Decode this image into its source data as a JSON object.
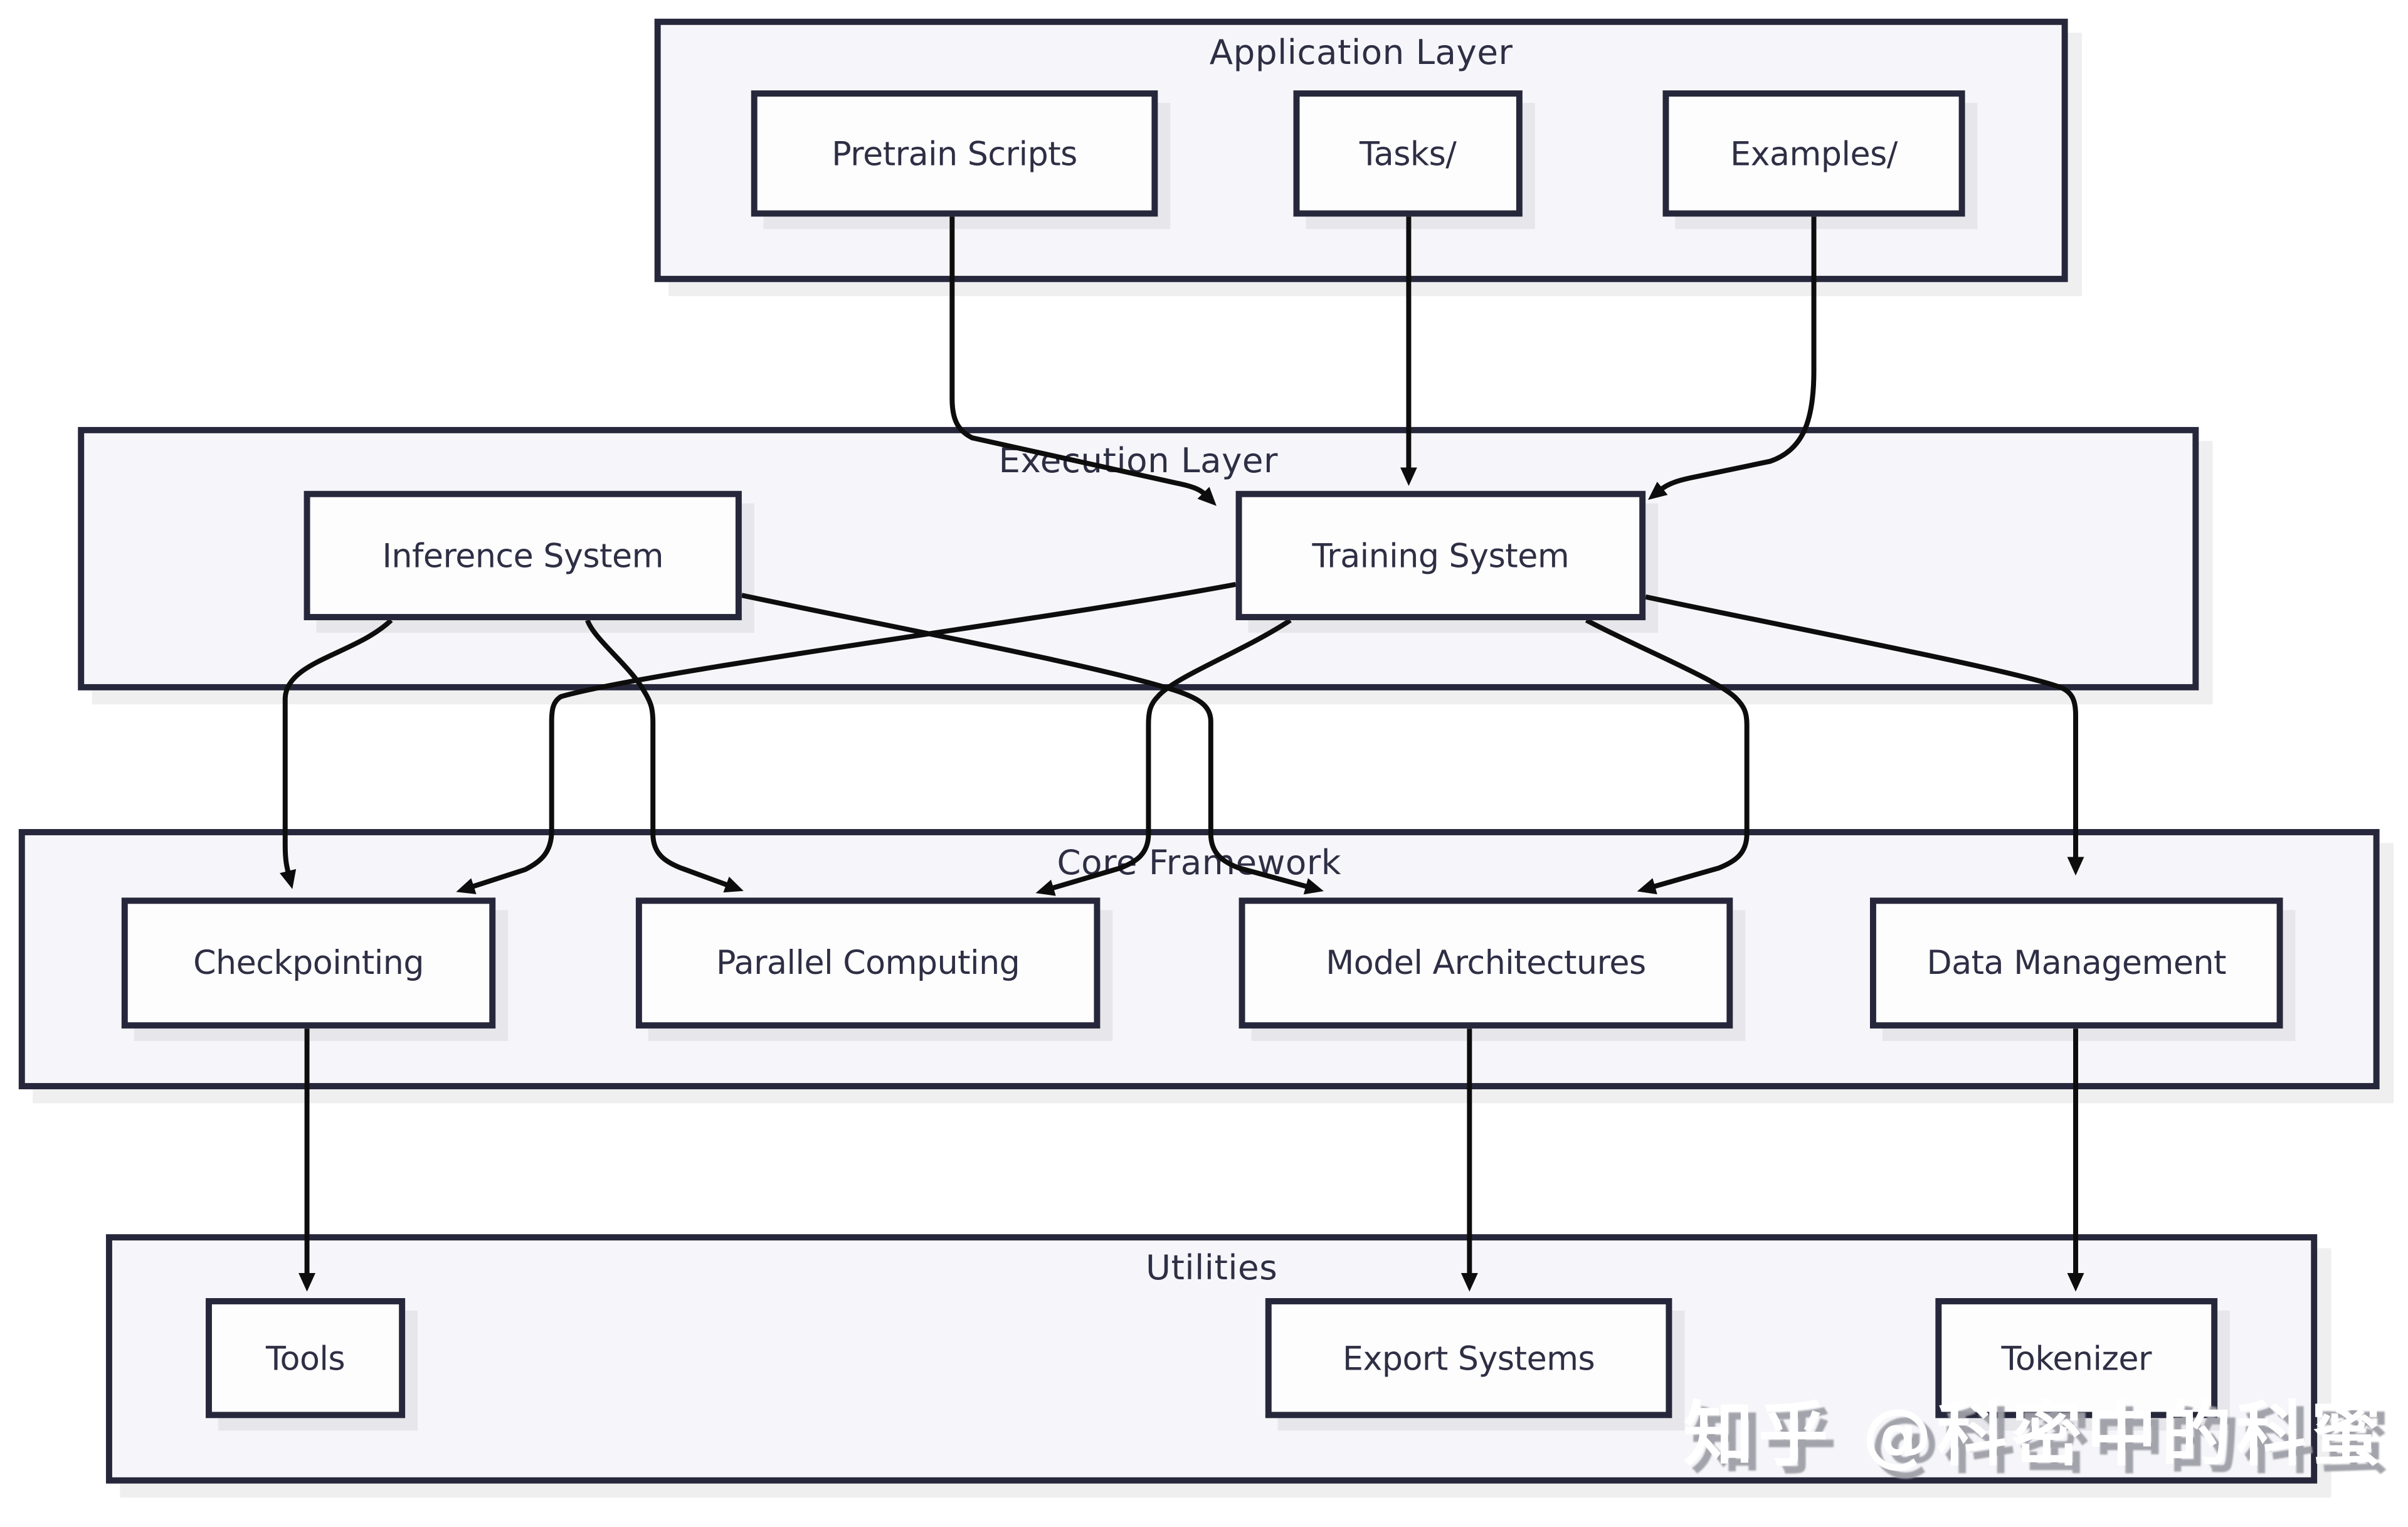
{
  "diagram": {
    "type": "layered-architecture-flowchart",
    "watermark": "知乎 @科密中的科蜜",
    "layers": [
      {
        "id": "application",
        "title": "Application Layer",
        "nodes": [
          {
            "id": "pretrain",
            "label": "Pretrain Scripts"
          },
          {
            "id": "tasks",
            "label": "Tasks/"
          },
          {
            "id": "examples",
            "label": "Examples/"
          }
        ]
      },
      {
        "id": "execution",
        "title": "Execution Layer",
        "nodes": [
          {
            "id": "inference",
            "label": "Inference System"
          },
          {
            "id": "training",
            "label": "Training System"
          }
        ]
      },
      {
        "id": "core",
        "title": "Core Framework",
        "nodes": [
          {
            "id": "checkpointing",
            "label": "Checkpointing"
          },
          {
            "id": "parallel",
            "label": "Parallel Computing"
          },
          {
            "id": "model-architectures",
            "label": "Model Architectures"
          },
          {
            "id": "data-management",
            "label": "Data Management"
          }
        ]
      },
      {
        "id": "utilities",
        "title": "Utilities",
        "nodes": [
          {
            "id": "tools",
            "label": "Tools"
          },
          {
            "id": "export-systems",
            "label": "Export Systems"
          },
          {
            "id": "tokenizer",
            "label": "Tokenizer"
          }
        ]
      }
    ],
    "edges": [
      {
        "from": "pretrain",
        "to": "training"
      },
      {
        "from": "tasks",
        "to": "training"
      },
      {
        "from": "examples",
        "to": "training"
      },
      {
        "from": "inference",
        "to": "checkpointing"
      },
      {
        "from": "training",
        "to": "checkpointing"
      },
      {
        "from": "inference",
        "to": "parallel"
      },
      {
        "from": "training",
        "to": "parallel"
      },
      {
        "from": "inference",
        "to": "model-architectures"
      },
      {
        "from": "training",
        "to": "model-architectures"
      },
      {
        "from": "training",
        "to": "data-management"
      },
      {
        "from": "checkpointing",
        "to": "tools"
      },
      {
        "from": "model-architectures",
        "to": "export-systems"
      },
      {
        "from": "data-management",
        "to": "tokenizer"
      }
    ],
    "colors": {
      "container_fill": "#f6f6fa",
      "node_fill": "#fdfdfe",
      "border": "#27273c",
      "edge": "#0d0d0d",
      "text": "#2e2e44",
      "watermark_text": "#ffffff",
      "watermark_shadow": "#9e9ea6"
    }
  }
}
